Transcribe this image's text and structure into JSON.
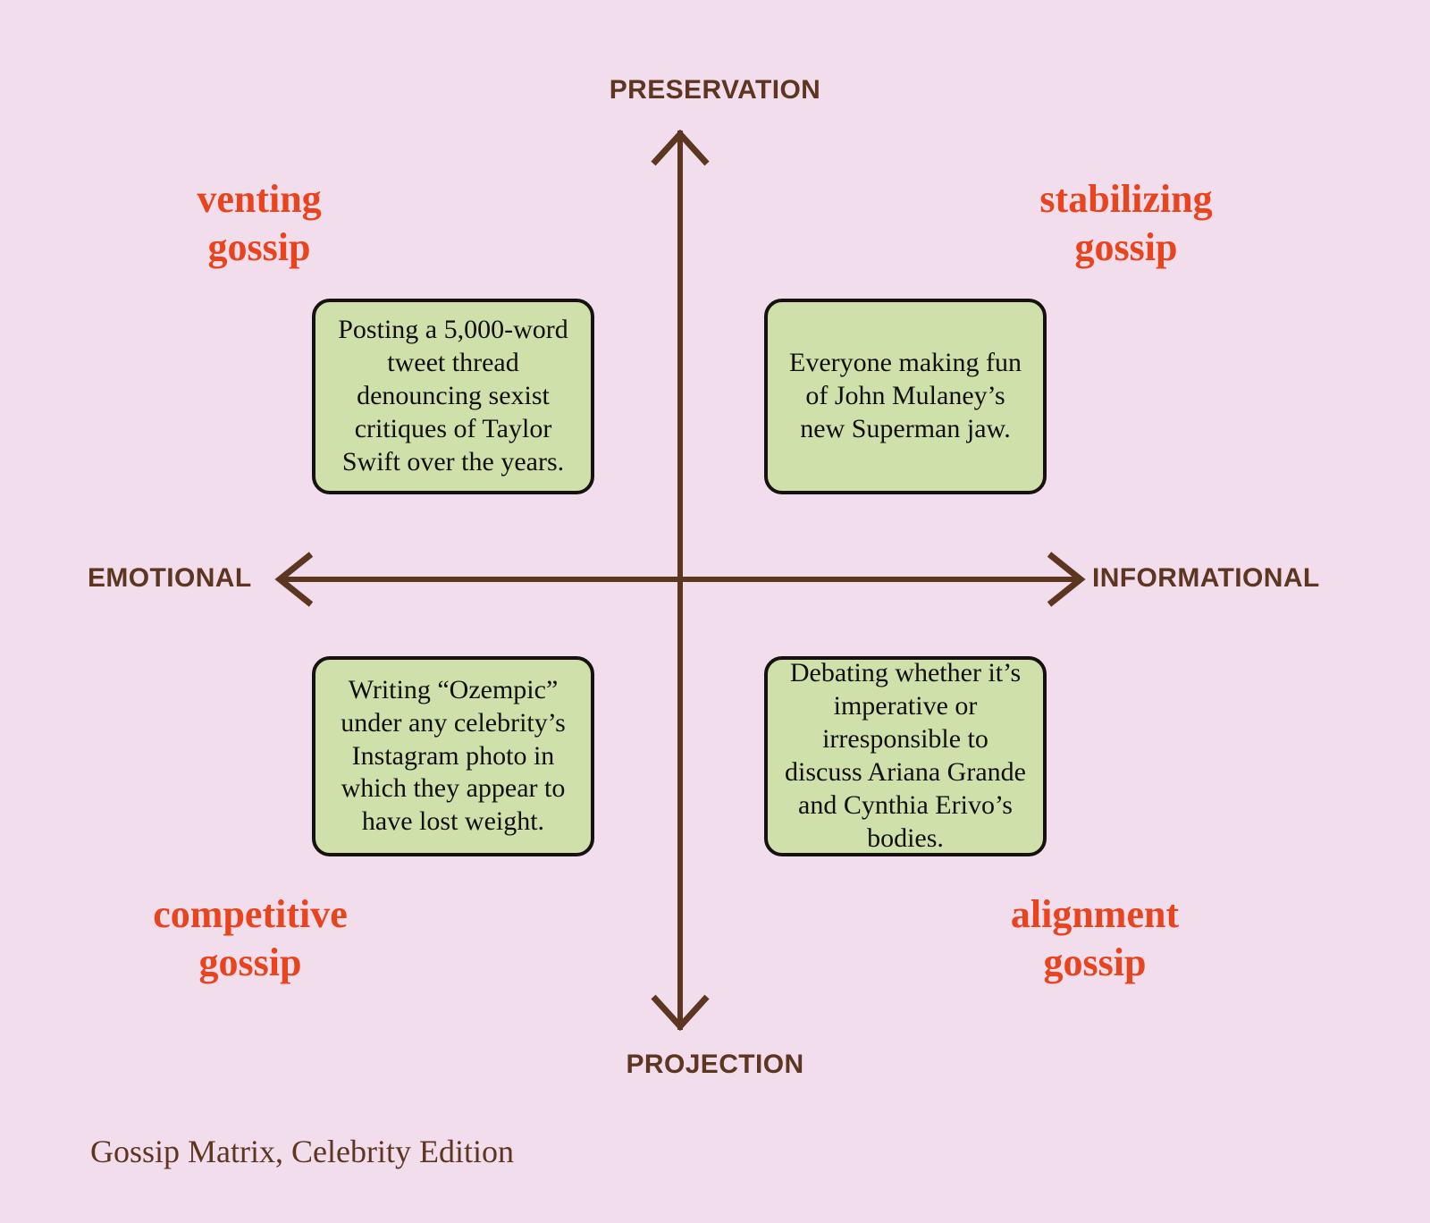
{
  "figure": {
    "caption": "Gossip Matrix, Celebrity Edition",
    "background_color": "#F2DDEC",
    "axis_color": "#5C3621",
    "quadrant_label_color": "#E8441E",
    "card_fill_color": "#CFE0AB",
    "card_border_color": "#16120F"
  },
  "chart_data": {
    "type": "scatter",
    "title": "Gossip Matrix, Celebrity Edition",
    "subtitle": "",
    "xlabel": "",
    "ylabel": "",
    "grid": false,
    "legend": "none",
    "axes": {
      "vertical": {
        "top_label": "PRESERVATION",
        "bottom_label": "PROJECTION",
        "arrow_style": "double-ended"
      },
      "horizontal": {
        "left_label": "EMOTIONAL",
        "right_label": "INFORMATIONAL",
        "arrow_style": "double-ended"
      }
    },
    "quadrants": [
      {
        "id": "venting",
        "position": "top-left",
        "name_line1": "venting",
        "name_line2": "gossip",
        "x_axis_side": "EMOTIONAL",
        "y_axis_side": "PRESERVATION",
        "example": "Posting a 5,000-word tweet thread denouncing sexist critiques of Taylor Swift over the years."
      },
      {
        "id": "stabilizing",
        "position": "top-right",
        "name_line1": "stabilizing",
        "name_line2": "gossip",
        "x_axis_side": "INFORMATIONAL",
        "y_axis_side": "PRESERVATION",
        "example": "Everyone making fun of John Mulaney’s new Superman jaw."
      },
      {
        "id": "competitive",
        "position": "bottom-left",
        "name_line1": "competitive",
        "name_line2": "gossip",
        "x_axis_side": "EMOTIONAL",
        "y_axis_side": "PROJECTION",
        "example": "Writing “Ozempic” under any celebrity’s Instagram photo in which they appear to have lost weight."
      },
      {
        "id": "alignment",
        "position": "bottom-right",
        "name_line1": "alignment",
        "name_line2": "gossip",
        "x_axis_side": "INFORMATIONAL",
        "y_axis_side": "PROJECTION",
        "example": "Debating whether it’s imperative or irresponsible to discuss Ariana Grande and Cynthia Erivo’s bodies."
      }
    ]
  },
  "axis_labels": {
    "top": "PRESERVATION",
    "bottom": "PROJECTION",
    "left": "EMOTIONAL",
    "right": "INFORMATIONAL"
  },
  "quadrant_names": {
    "top_left_line1": "venting",
    "top_left_line2": "gossip",
    "top_right_line1": "stabilizing",
    "top_right_line2": "gossip",
    "bottom_left_line1": "competitive",
    "bottom_left_line2": "gossip",
    "bottom_right_line1": "alignment",
    "bottom_right_line2": "gossip"
  },
  "examples": {
    "top_left": "Posting a 5,000-word tweet thread denouncing sexist critiques of Taylor Swift over the years.",
    "top_right": "Everyone making fun of John Mulaney’s new Superman jaw.",
    "bottom_left": "Writing “Ozempic” under any celebrity’s Instagram photo in which they appear to have lost weight.",
    "bottom_right": "Debating whether it’s imperative or irresponsible to discuss Ariana Grande and Cynthia Erivo’s bodies."
  }
}
